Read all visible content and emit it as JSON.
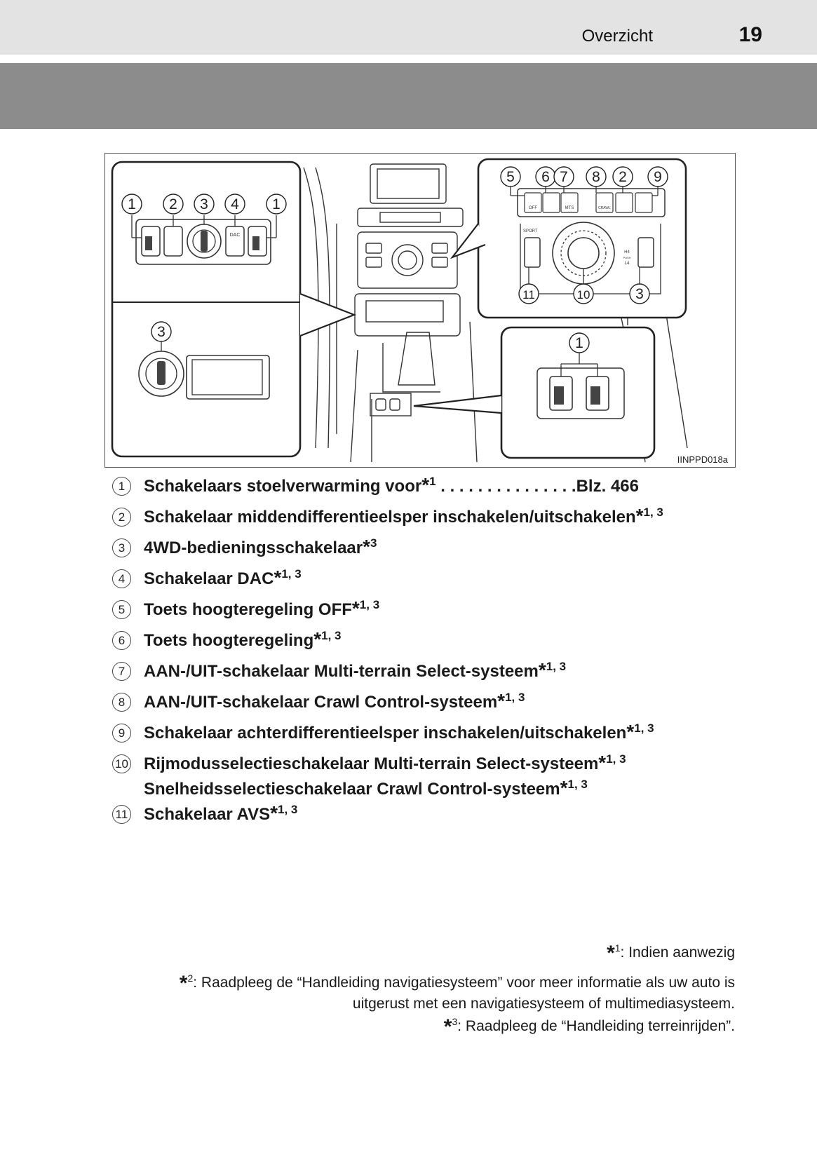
{
  "header": {
    "section": "Overzicht",
    "page_number": "19"
  },
  "figure": {
    "code": "IINPPD018a",
    "callouts_left_panel": [
      "1",
      "2",
      "3",
      "4",
      "1"
    ],
    "callouts_left_lower": [
      "3"
    ],
    "callouts_right_top": [
      "5",
      "6",
      "7",
      "8",
      "2",
      "9"
    ],
    "callouts_right_bottom": [
      "11",
      "10",
      "3"
    ],
    "callouts_seat_panel": [
      "1"
    ],
    "control_labels": {
      "dac": "DAC",
      "off": "OFF",
      "mts": "MTS",
      "crawl": "CRAWL",
      "sport": "SPORT",
      "h4": "H4",
      "l4": "L4",
      "push": "PUSH"
    }
  },
  "legend": [
    {
      "num": "1",
      "lines": [
        {
          "text": "Schakelaars stoelverwarming voor",
          "sup": "1",
          "suffix": " . . . . . . . . . . . . . . .Blz. 466"
        }
      ]
    },
    {
      "num": "2",
      "lines": [
        {
          "text": "Schakelaar middendifferentieelsper inschakelen/uitschakelen",
          "sup": "1, 3",
          "suffix": ""
        }
      ]
    },
    {
      "num": "3",
      "lines": [
        {
          "text": "4WD-bedieningsschakelaar",
          "sup": "3",
          "suffix": ""
        }
      ]
    },
    {
      "num": "4",
      "lines": [
        {
          "text": "Schakelaar DAC",
          "sup": "1, 3",
          "suffix": ""
        }
      ]
    },
    {
      "num": "5",
      "lines": [
        {
          "text": "Toets hoogteregeling OFF",
          "sup": "1, 3",
          "suffix": ""
        }
      ]
    },
    {
      "num": "6",
      "lines": [
        {
          "text": "Toets hoogteregeling",
          "sup": "1, 3",
          "suffix": ""
        }
      ]
    },
    {
      "num": "7",
      "lines": [
        {
          "text": "AAN-/UIT-schakelaar Multi-terrain Select-systeem",
          "sup": "1, 3",
          "suffix": ""
        }
      ]
    },
    {
      "num": "8",
      "lines": [
        {
          "text": "AAN-/UIT-schakelaar Crawl Control-systeem",
          "sup": "1, 3",
          "suffix": ""
        }
      ]
    },
    {
      "num": "9",
      "lines": [
        {
          "text": "Schakelaar achterdifferentieelsper inschakelen/uitschakelen",
          "sup": "1, 3",
          "suffix": ""
        }
      ]
    },
    {
      "num": "10",
      "lines": [
        {
          "text": "Rijmodusselectieschakelaar Multi-terrain Select-systeem",
          "sup": "1, 3",
          "suffix": ""
        },
        {
          "text": "Snelheidsselectieschakelaar Crawl Control-systeem",
          "sup": "1, 3",
          "suffix": ""
        }
      ]
    },
    {
      "num": "11",
      "lines": [
        {
          "text": "Schakelaar AVS",
          "sup": "1, 3",
          "suffix": ""
        }
      ]
    }
  ],
  "footnotes": [
    {
      "mark": "1",
      "lines": [
        ": Indien aanwezig"
      ]
    },
    {
      "mark": "2",
      "lines": [
        ": Raadpleeg de “Handleiding navigatiesysteem” voor meer informatie als uw auto is",
        "uitgerust met een navigatiesysteem of multimediasysteem."
      ]
    },
    {
      "mark": "3",
      "lines": [
        ": Raadpleeg de “Handleiding terreinrijden”."
      ]
    }
  ]
}
